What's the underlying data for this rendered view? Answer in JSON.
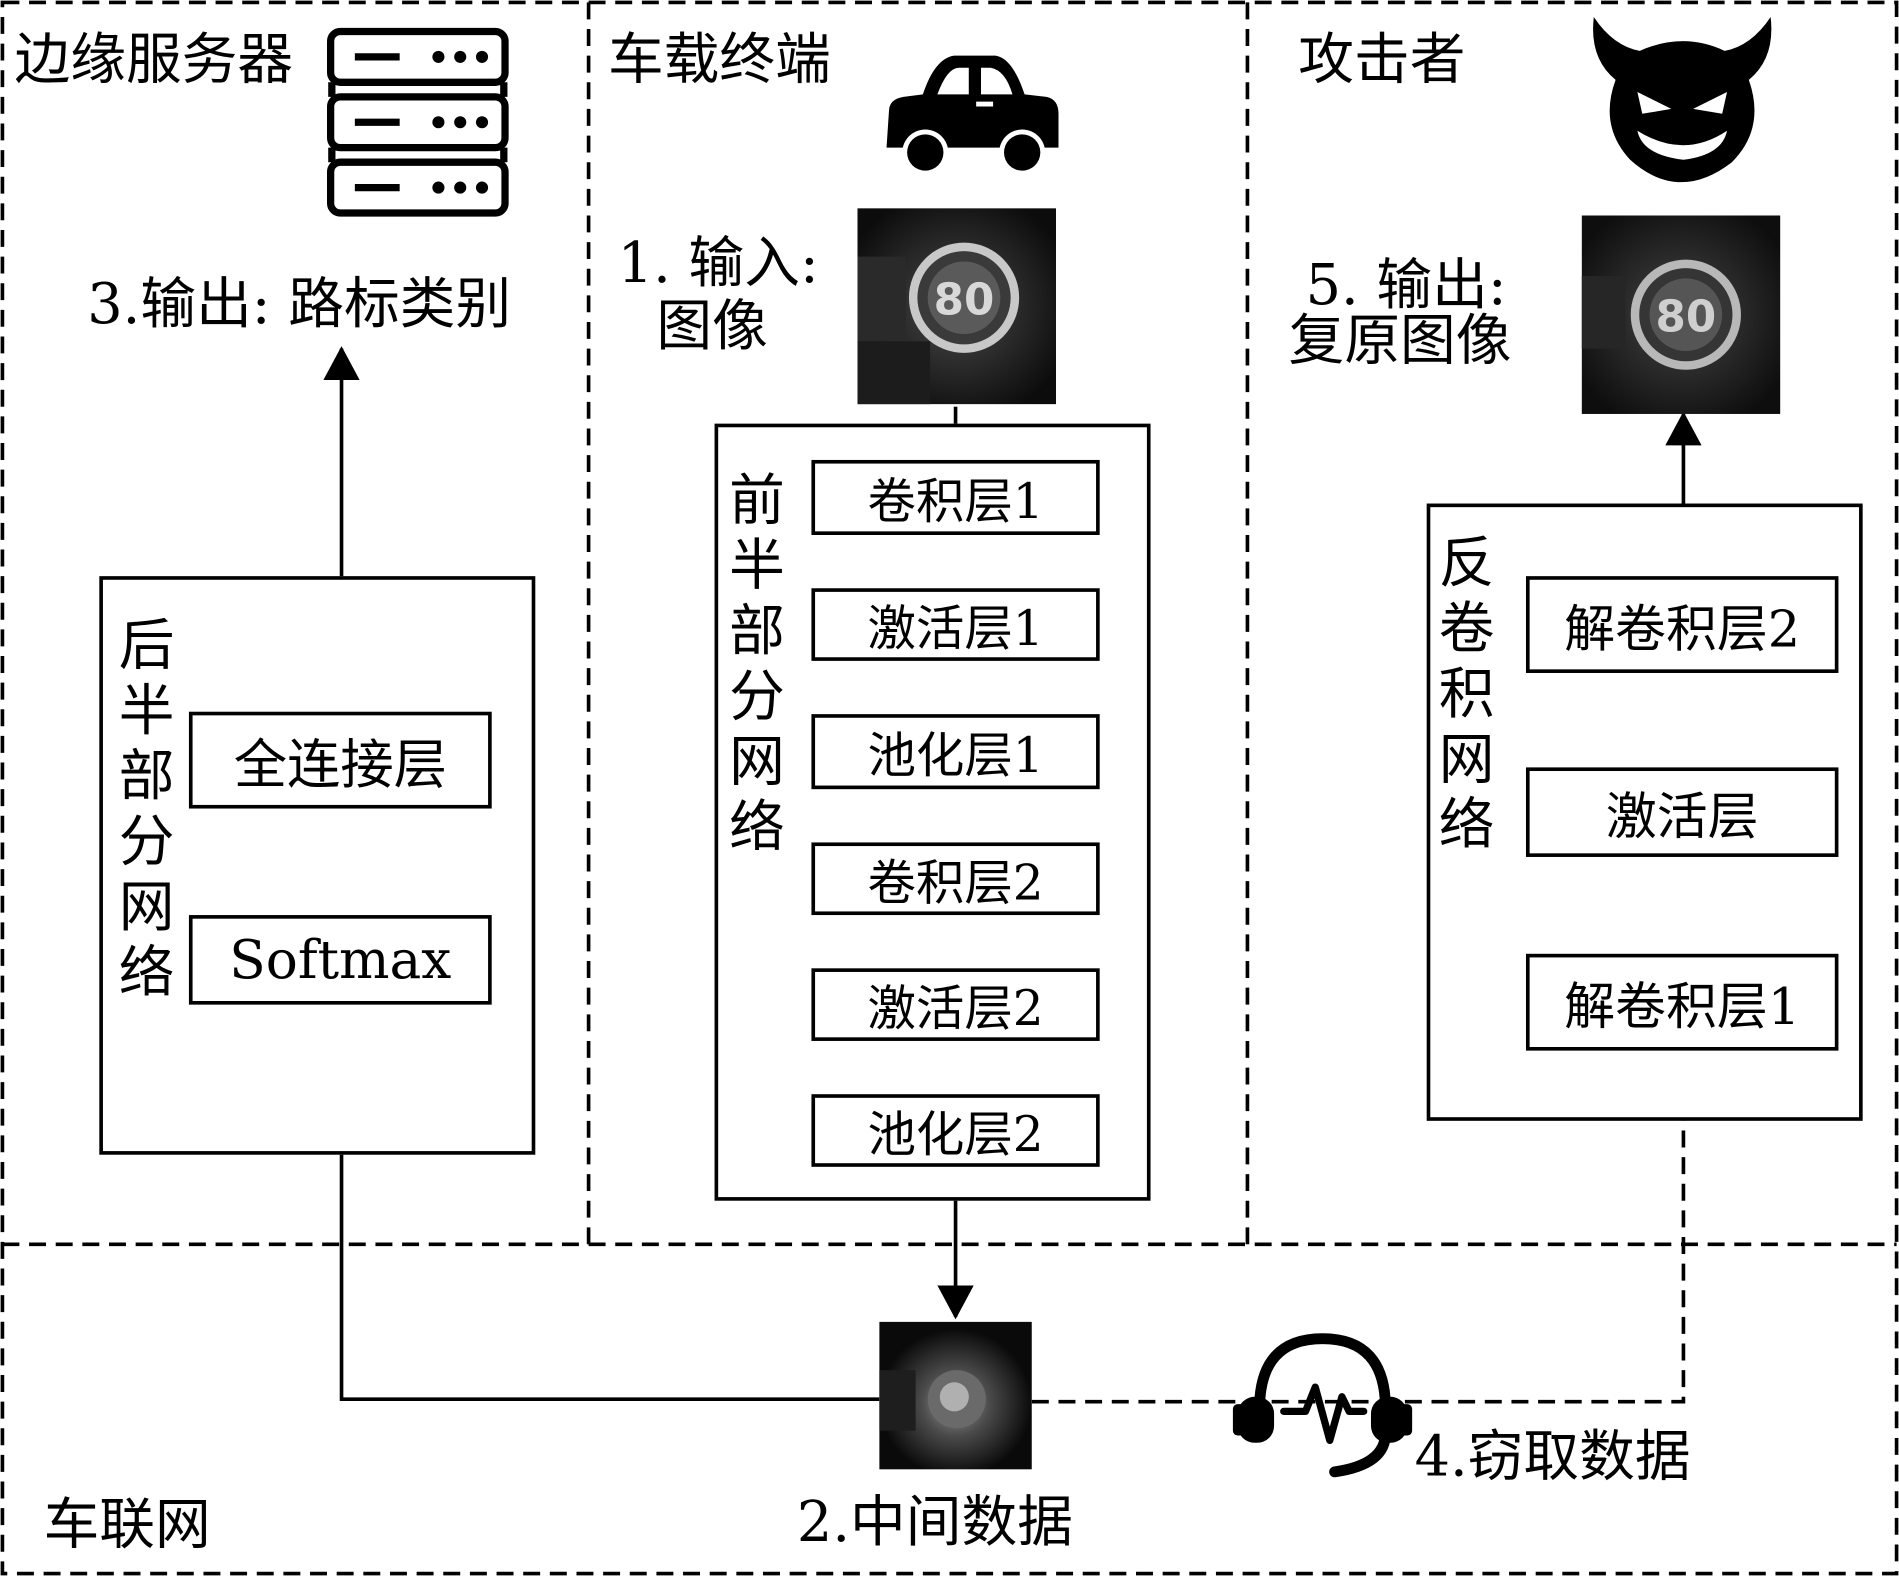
{
  "regions": {
    "edge_server": "边缘服务器",
    "vehicle_terminal": "车载终端",
    "attacker": "攻击者",
    "iov": "车联网"
  },
  "steps": {
    "input_line1": "1. 输入:",
    "input_line2": "图像",
    "output_class": "3.输出: 路标类别",
    "intermediate": "2.中间数据",
    "steal": "4.窃取数据",
    "recovered_line1": "5. 输出:",
    "recovered_line2": "复原图像"
  },
  "front_network": {
    "label": "前半部分网络",
    "layers": [
      "卷积层1",
      "激活层1",
      "池化层1",
      "卷积层2",
      "激活层2",
      "池化层2"
    ]
  },
  "back_network": {
    "label": "后半部分网络",
    "layers": [
      "全连接层",
      "Softmax"
    ]
  },
  "deconv_network": {
    "label": "反卷积网络",
    "layers": [
      "解卷积层2",
      "激活层",
      "解卷积层1"
    ]
  },
  "sign_text": "80",
  "icons": {
    "server": "server-icon",
    "car": "car-icon",
    "devil": "devil-icon",
    "eavesdrop": "headset-icon"
  }
}
